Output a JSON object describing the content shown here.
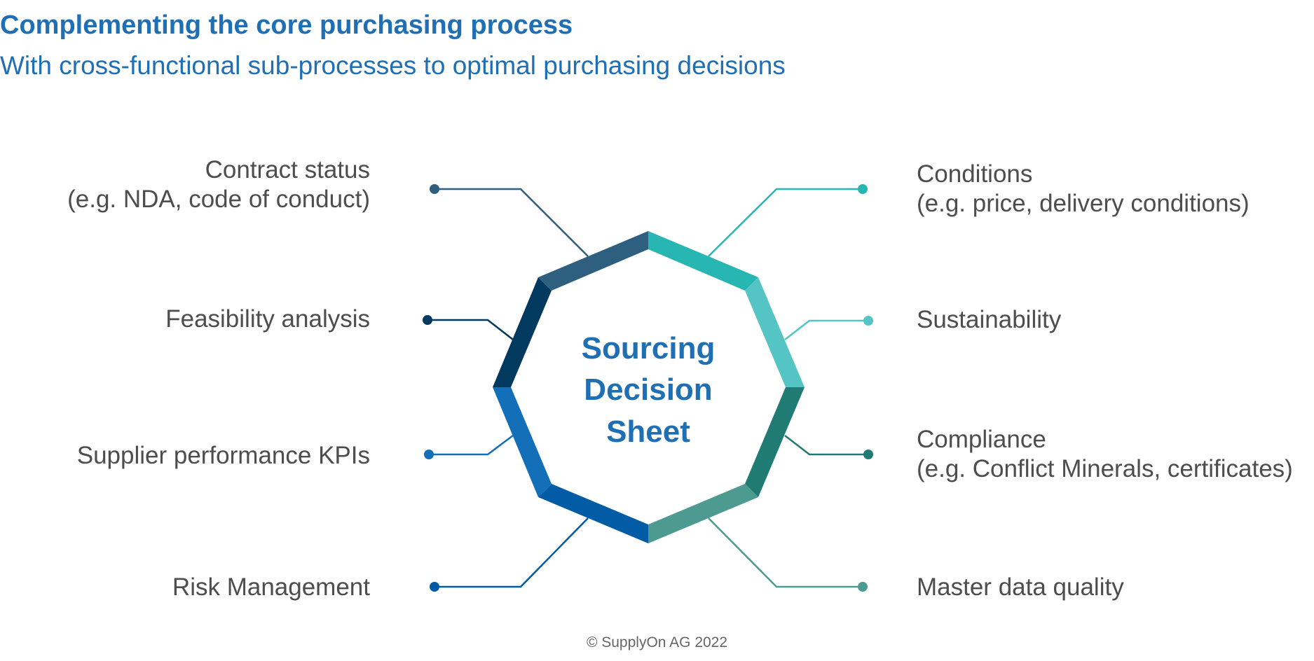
{
  "header": {
    "title": "Complementing the core purchasing process",
    "subtitle": "With cross-functional sub-processes to optimal purchasing decisions"
  },
  "center": {
    "line1": "Sourcing",
    "line2": "Decision",
    "line3": "Sheet"
  },
  "left_items": [
    {
      "line1": "Contract status",
      "line2": "(e.g. NDA, code of conduct)",
      "color": "#2e5f7f"
    },
    {
      "line1": "Feasibility analysis",
      "line2": "",
      "color": "#013a5e"
    },
    {
      "line1": "Supplier performance KPIs",
      "line2": "",
      "color": "#136fb8"
    },
    {
      "line1": "Risk Management",
      "line2": "",
      "color": "#015ba5"
    }
  ],
  "right_items": [
    {
      "line1": "Conditions",
      "line2": "(e.g. price, delivery conditions)",
      "color": "#28b6b3"
    },
    {
      "line1": "Sustainability",
      "line2": "",
      "color": "#55c4c4"
    },
    {
      "line1": "Compliance",
      "line2": "(e.g. Conflict Minerals, certificates)",
      "color": "#1f7b74"
    },
    {
      "line1": "Master data quality",
      "line2": "",
      "color": "#4d9a91"
    }
  ],
  "footer": {
    "copyright": "© SupplyOn AG 2022"
  }
}
